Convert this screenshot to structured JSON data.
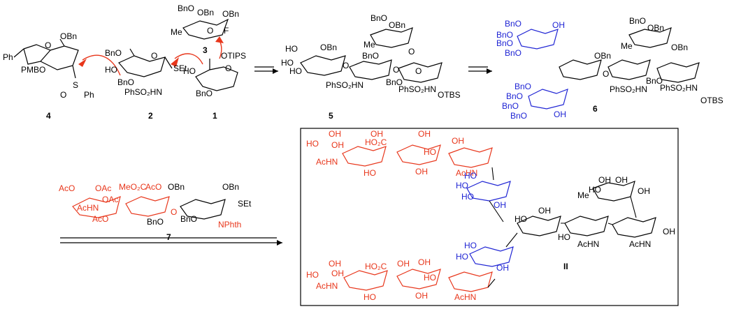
{
  "colors": {
    "black": "#000000",
    "red": "#e8361b",
    "blue": "#1f24d4"
  },
  "compound_labels": {
    "c1": "1",
    "c2": "2",
    "c3": "3",
    "c4": "4",
    "c5": "5",
    "c6": "6",
    "c7": "7",
    "cII": "II"
  },
  "c4": {
    "ph": "Ph",
    "pmbo": "PMBO",
    "obn": "OBn",
    "o": "O",
    "s": "S",
    "ph2": "Ph"
  },
  "c2": {
    "bno": "BnO",
    "ho": "HO",
    "o": "O",
    "set": "SEt",
    "phso2hn": "PhSO₂HN"
  },
  "c3": {
    "bno": "BnO",
    "obn1": "OBn",
    "obn2": "OBn",
    "me": "Me",
    "o": "O",
    "f": "F"
  },
  "c1": {
    "otips": "OTIPS",
    "ho": "HO",
    "bno": "BnO",
    "o": "O"
  },
  "c5": {
    "ho1": "HO",
    "obn1": "OBn",
    "ho2": "HO",
    "ho3": "HO",
    "o1": "O",
    "bno1": "BnO",
    "obn2": "OBn",
    "me": "Me",
    "o2": "O",
    "bno2": "BnO",
    "o3": "O",
    "phso2hn1": "PhSO₂HN",
    "bno3": "BnO",
    "o4": "O",
    "phso2hn2": "PhSO₂HN",
    "otbs": "OTBS"
  },
  "c6": {
    "bno_a": "BnO",
    "oh_a": "OH",
    "bno_b": "BnO",
    "bno_c": "BnO",
    "bno_d": "BnO",
    "obn_core": "OBn",
    "bno_e": "BnO",
    "obn_e": "OBn",
    "me": "Me",
    "obn_f": "OBn",
    "o_link": "O",
    "phso2hn1": "PhSO₂HN",
    "bno_g": "BnO",
    "phso2hn2": "PhSO₂HN",
    "otbs": "OTBS",
    "bno_h": "BnO",
    "bno_i": "BnO",
    "bno_j": "BnO",
    "bno_k": "BnO",
    "oh_b": "OH"
  },
  "c7": {
    "aco1": "AcO",
    "oac1": "OAc",
    "meo2c": "MeO₂C",
    "aco2": "AcO",
    "obn1": "OBn",
    "obn2": "OBn",
    "set": "SEt",
    "oac2": "OAc",
    "achn": "AcHN",
    "aco3": "AcO",
    "bno1": "BnO",
    "bno2": "BnO",
    "nphth": "NPhth",
    "o": "O"
  },
  "cII": {
    "ho_a": "HO",
    "oh_a": "OH",
    "oh_b": "OH",
    "oh_c": "OH",
    "ho2c_a": "HO₂C",
    "oh_d": "OH",
    "oh_e": "OH",
    "achn_a": "AcHN",
    "ho_b": "HO",
    "oh_f": "OH",
    "achn_b": "AcHN",
    "ho_c": "HO",
    "ho_d": "HO",
    "ho_e": "HO",
    "ho_f": "HO",
    "oh_g": "OH",
    "ho_g": "HO",
    "oh_h": "OH",
    "me": "Me",
    "oh_i": "OH",
    "ho_h": "HO",
    "oh_j": "OH",
    "oh_k": "OH",
    "achn_c": "AcHN",
    "achn_d": "AcHN",
    "ho_i": "HO",
    "oh_l": "OH",
    "ho_j": "HO",
    "oh_m": "OH",
    "ho_k": "HO",
    "ho_l": "HO",
    "oh_n": "OH",
    "oh_o": "OH",
    "ho2c_b": "HO₂C",
    "oh_p": "OH",
    "oh_q": "OH",
    "achn_e": "AcHN",
    "ho_m": "HO",
    "oh_r": "OH",
    "ho_n": "HO",
    "achn_f": "AcHN"
  }
}
